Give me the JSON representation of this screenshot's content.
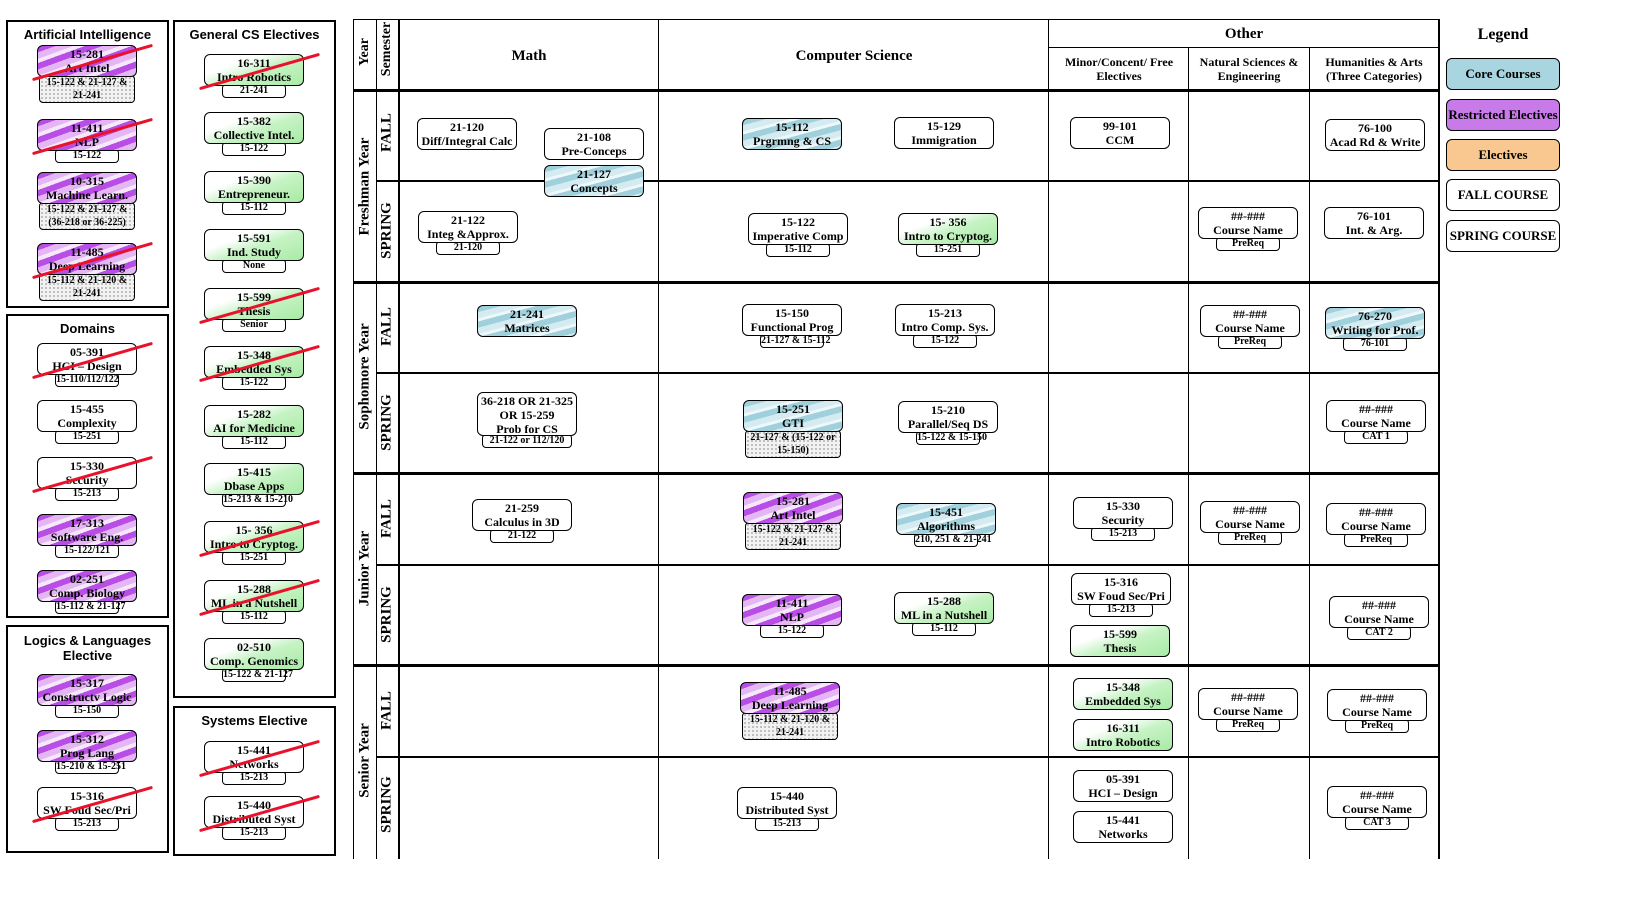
{
  "sidebar": {
    "ai_title": "Artificial Intelligence",
    "domains_title": "Domains",
    "logic_title": "Logics & Languages Elective",
    "cs_title": "General CS Electives",
    "systems_title": "Systems Elective"
  },
  "headers": {
    "year": "Year",
    "semester": "Semester",
    "math": "Math",
    "cs": "Computer Science",
    "other": "Other",
    "minor": "Minor/Concent/ Free Electives",
    "natsci": "Natural Sciences & Engineering",
    "hum": "Humanities & Arts (Three Categories)",
    "legend": "Legend"
  },
  "years": [
    "Freshman Year",
    "Sophomore Year",
    "Junior Year",
    "Senior Year"
  ],
  "semesters": [
    "FALL",
    "SPRING"
  ],
  "legend": [
    "Core Courses",
    "Restricted Electives",
    "Electives",
    "FALL COURSE",
    "SPRING COURSE"
  ],
  "colors": {
    "core": "#a8d5df",
    "restricted": "#c87ae8",
    "electives": "#f8c890",
    "elective_green": "#b5efb2",
    "strike": "#e8122a"
  },
  "courses": [
    {
      "id": "c1",
      "num": "15-281",
      "name": "Art Intel",
      "pre": "15-122 & 21-127 & 21-241",
      "color": "purple",
      "struck": true
    },
    {
      "id": "c2",
      "num": "11-411",
      "name": "NLP",
      "pre": "15-122",
      "color": "purple",
      "struck": true
    },
    {
      "id": "c3",
      "num": "10-315",
      "name": "Machine Learn.",
      "pre": "15-122 & 21-127 & (36-218 or 36-225)",
      "color": "purple",
      "struck": false
    },
    {
      "id": "c4",
      "num": "11-485",
      "name": "Deep Learning",
      "pre": "15-112 & 21-120 & 21-241",
      "color": "purple",
      "struck": true
    },
    {
      "id": "c5",
      "num": "05-391",
      "name": "HCI – Design",
      "pre": "15-110/112/122",
      "color": "white",
      "struck": true
    },
    {
      "id": "c6",
      "num": "15-455",
      "name": "Complexity",
      "pre": "15-251",
      "color": "white",
      "struck": false
    },
    {
      "id": "c7",
      "num": "15-330",
      "name": "Security",
      "pre": "15-213",
      "color": "white",
      "struck": true
    },
    {
      "id": "c8",
      "num": "17-313",
      "name": "Software Eng.",
      "pre": "15-122/121",
      "color": "purple",
      "struck": false
    },
    {
      "id": "c9",
      "num": "02-251",
      "name": "Comp. Biology",
      "pre": "15-112 & 21-127",
      "color": "purple",
      "struck": false
    },
    {
      "id": "c10",
      "num": "15-317",
      "name": "Constructv Logic",
      "pre": "15-150",
      "color": "purple",
      "struck": false
    },
    {
      "id": "c11",
      "num": "15-312",
      "name": "Prog Lang",
      "pre": "15-210 & 15-251",
      "color": "purple",
      "struck": false
    },
    {
      "id": "c12",
      "num": "15-316",
      "name": "SW Foud Sec/Pri",
      "pre": "15-213",
      "color": "white",
      "struck": true
    },
    {
      "id": "c13",
      "num": "16-311",
      "name": "Intro Robotics",
      "pre": "21-241",
      "color": "green",
      "struck": true
    },
    {
      "id": "c14",
      "num": "15-382",
      "name": "Collective Intel.",
      "pre": "15-122",
      "color": "green",
      "struck": false
    },
    {
      "id": "c15",
      "num": "15-390",
      "name": "Entrepreneur.",
      "pre": "15-112",
      "color": "green",
      "struck": false
    },
    {
      "id": "c16",
      "num": "15-591",
      "name": "Ind. Study",
      "pre": "None",
      "color": "green",
      "struck": false
    },
    {
      "id": "c17",
      "num": "15-599",
      "name": "Thesis",
      "pre": "Senior",
      "color": "green",
      "struck": true
    },
    {
      "id": "c18",
      "num": "15-348",
      "name": "Embedded Sys",
      "pre": "15-122",
      "color": "green",
      "struck": true
    },
    {
      "id": "c19",
      "num": "15-282",
      "name": "AI for Medicine",
      "pre": "15-112",
      "color": "green",
      "struck": false
    },
    {
      "id": "c20",
      "num": "15-415",
      "name": "Dbase Apps",
      "pre": "15-213 & 15-210",
      "color": "green",
      "struck": false
    },
    {
      "id": "c21",
      "num": "15- 356",
      "name": "Intro to Cryptog.",
      "pre": "15-251",
      "color": "green",
      "struck": true
    },
    {
      "id": "c22",
      "num": "15-288",
      "name": "ML in a Nutshell",
      "pre": "15-112",
      "color": "green",
      "struck": true
    },
    {
      "id": "c23",
      "num": "02-510",
      "name": "Comp. Genomics",
      "pre": "15-122 & 21-127",
      "color": "green",
      "struck": false
    },
    {
      "id": "c24",
      "num": "15-441",
      "name": "Networks",
      "pre": "15-213",
      "color": "white",
      "struck": true
    },
    {
      "id": "c25",
      "num": "15-440",
      "name": "Distributed Syst",
      "pre": "15-213",
      "color": "white",
      "struck": true
    },
    {
      "id": "g1",
      "num": "21-120",
      "name": "Diff/Integral Calc",
      "pre": "",
      "color": "white",
      "struck": false
    },
    {
      "id": "g2",
      "num": "21-108",
      "name": "Pre-Conceps",
      "pre": "",
      "color": "white",
      "struck": false
    },
    {
      "id": "g3",
      "num": "21-127",
      "name": "Concepts",
      "pre": "",
      "color": "blue",
      "struck": false
    },
    {
      "id": "g4",
      "num": "15-112",
      "name": "Prgrmng & CS",
      "pre": "",
      "color": "blue",
      "struck": false
    },
    {
      "id": "g5",
      "num": "15-129",
      "name": "Immigration",
      "pre": "",
      "color": "white",
      "struck": false
    },
    {
      "id": "g6",
      "num": "99-101",
      "name": "CCM",
      "pre": "",
      "color": "white",
      "struck": false
    },
    {
      "id": "g7",
      "num": "76-100",
      "name": "Acad Rd & Write",
      "pre": "",
      "color": "white",
      "struck": false
    },
    {
      "id": "g8",
      "num": "21-122",
      "name": "Integ &Approx.",
      "pre": "21-120",
      "color": "white",
      "struck": false
    },
    {
      "id": "g9",
      "num": "15-122",
      "name": "Imperative Comp",
      "pre": "15-112",
      "color": "white",
      "struck": false
    },
    {
      "id": "g10",
      "num": "15- 356",
      "name": "Intro to Cryptog.",
      "pre": "15-251",
      "color": "green",
      "struck": false
    },
    {
      "id": "g11",
      "num": "##-###",
      "name": "Course Name",
      "pre": "PreReq",
      "color": "white",
      "struck": false
    },
    {
      "id": "g12",
      "num": "76-101",
      "name": "Int. & Arg.",
      "pre": "",
      "color": "white",
      "struck": false
    },
    {
      "id": "g13",
      "num": "21-241",
      "name": "Matrices",
      "pre": "",
      "color": "blue",
      "struck": false
    },
    {
      "id": "g14",
      "num": "15-150",
      "name": "Functional Prog",
      "pre": "21-127 & 15-112",
      "color": "white",
      "struck": false
    },
    {
      "id": "g15",
      "num": "15-213",
      "name": "Intro Comp. Sys.",
      "pre": "15-122",
      "color": "white",
      "struck": false
    },
    {
      "id": "g16",
      "num": "##-###",
      "name": "Course Name",
      "pre": "PreReq",
      "color": "white",
      "struck": false
    },
    {
      "id": "g17",
      "num": "76-270",
      "name": "Writing for Prof.",
      "pre": "76-101",
      "color": "blue",
      "struck": false
    },
    {
      "id": "g18",
      "num": "36-218 OR 21-325",
      "name": "OR 15-259",
      "name2": "Prob for CS",
      "pre": "21-122 or 112/120",
      "color": "white",
      "struck": false
    },
    {
      "id": "g19",
      "num": "15-251",
      "name": "GTI",
      "pre": "21-127 & (15-122 or 15-150)",
      "color": "blue",
      "struck": false
    },
    {
      "id": "g20",
      "num": "15-210",
      "name": "Parallel/Seq DS",
      "pre": "15-122 & 15-150",
      "color": "white",
      "struck": false
    },
    {
      "id": "g21",
      "num": "##-###",
      "name": "Course Name",
      "pre": "CAT 1",
      "color": "white",
      "struck": false
    },
    {
      "id": "g22",
      "num": "21-259",
      "name": "Calculus in 3D",
      "pre": "21-122",
      "color": "white",
      "struck": false
    },
    {
      "id": "g23",
      "num": "15-281",
      "name": "Art Intel",
      "pre": "15-122 & 21-127 & 21-241",
      "color": "purple",
      "struck": false
    },
    {
      "id": "g24",
      "num": "15-451",
      "name": "Algorithms",
      "pre": "210, 251 & 21-241",
      "color": "blue",
      "struck": false
    },
    {
      "id": "g25",
      "num": "15-330",
      "name": "Security",
      "pre": "15-213",
      "color": "white",
      "struck": false
    },
    {
      "id": "g26",
      "num": "##-###",
      "name": "Course Name",
      "pre": "PreReq",
      "color": "white",
      "struck": false
    },
    {
      "id": "g27",
      "num": "##-###",
      "name": "Course Name",
      "pre": "PreReq",
      "color": "white",
      "struck": false
    },
    {
      "id": "g28",
      "num": "11-411",
      "name": "NLP",
      "pre": "15-122",
      "color": "purple",
      "struck": false
    },
    {
      "id": "g29",
      "num": "15-288",
      "name": "ML in a Nutshell",
      "pre": "15-112",
      "color": "green",
      "struck": false
    },
    {
      "id": "g30",
      "num": "15-316",
      "name": "SW Foud Sec/Pri",
      "pre": "15-213",
      "color": "white",
      "struck": false
    },
    {
      "id": "g31",
      "num": "15-599",
      "name": "Thesis",
      "pre": "",
      "color": "green",
      "struck": false
    },
    {
      "id": "g32",
      "num": "##-###",
      "name": "Course Name",
      "pre": "CAT 2",
      "color": "white",
      "struck": false
    },
    {
      "id": "g33",
      "num": "11-485",
      "name": "Deep Learning",
      "pre": "15-112 & 21-120 & 21-241",
      "color": "purple",
      "struck": false
    },
    {
      "id": "g34",
      "num": "15-348",
      "name": "Embedded Sys",
      "pre": "",
      "color": "green",
      "struck": false
    },
    {
      "id": "g35",
      "num": "16-311",
      "name": "Intro Robotics",
      "pre": "",
      "color": "green",
      "struck": false
    },
    {
      "id": "g36",
      "num": "##-###",
      "name": "Course Name",
      "pre": "PreReq",
      "color": "white",
      "struck": false
    },
    {
      "id": "g37",
      "num": "##-###",
      "name": "Course Name",
      "pre": "PreReq",
      "color": "white",
      "struck": false
    },
    {
      "id": "g38",
      "num": "15-440",
      "name": "Distributed Syst",
      "pre": "15-213",
      "color": "white",
      "struck": false
    },
    {
      "id": "g39",
      "num": "05-391",
      "name": "HCI – Design",
      "pre": "",
      "color": "white",
      "struck": false
    },
    {
      "id": "g40",
      "num": "15-441",
      "name": "Networks",
      "pre": "",
      "color": "white",
      "struck": false
    },
    {
      "id": "g41",
      "num": "##-###",
      "name": "Course Name",
      "pre": "CAT 3",
      "color": "white",
      "struck": false
    }
  ]
}
